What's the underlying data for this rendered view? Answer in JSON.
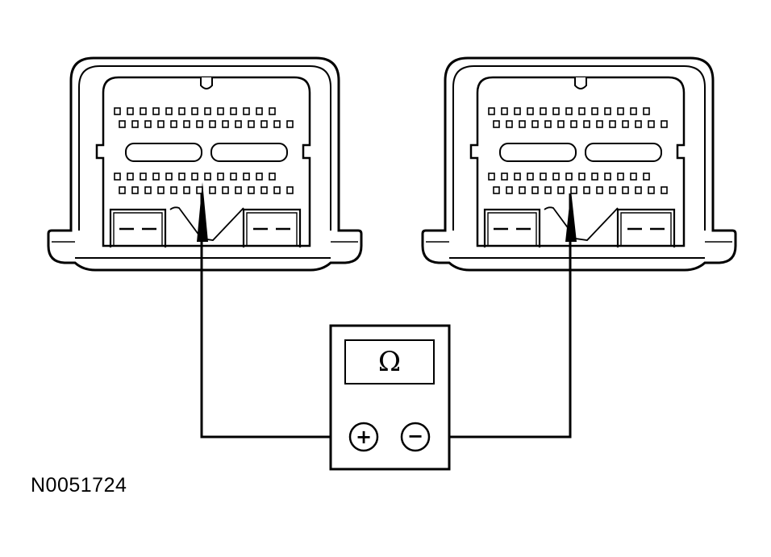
{
  "figure_id": "N0051724",
  "meter": {
    "display_symbol": "Ω",
    "positive_terminal": "+",
    "negative_terminal": "−"
  },
  "connectors": [
    {
      "name": "left-connector",
      "probe_terminal": "positive"
    },
    {
      "name": "right-connector",
      "probe_terminal": "negative"
    }
  ]
}
